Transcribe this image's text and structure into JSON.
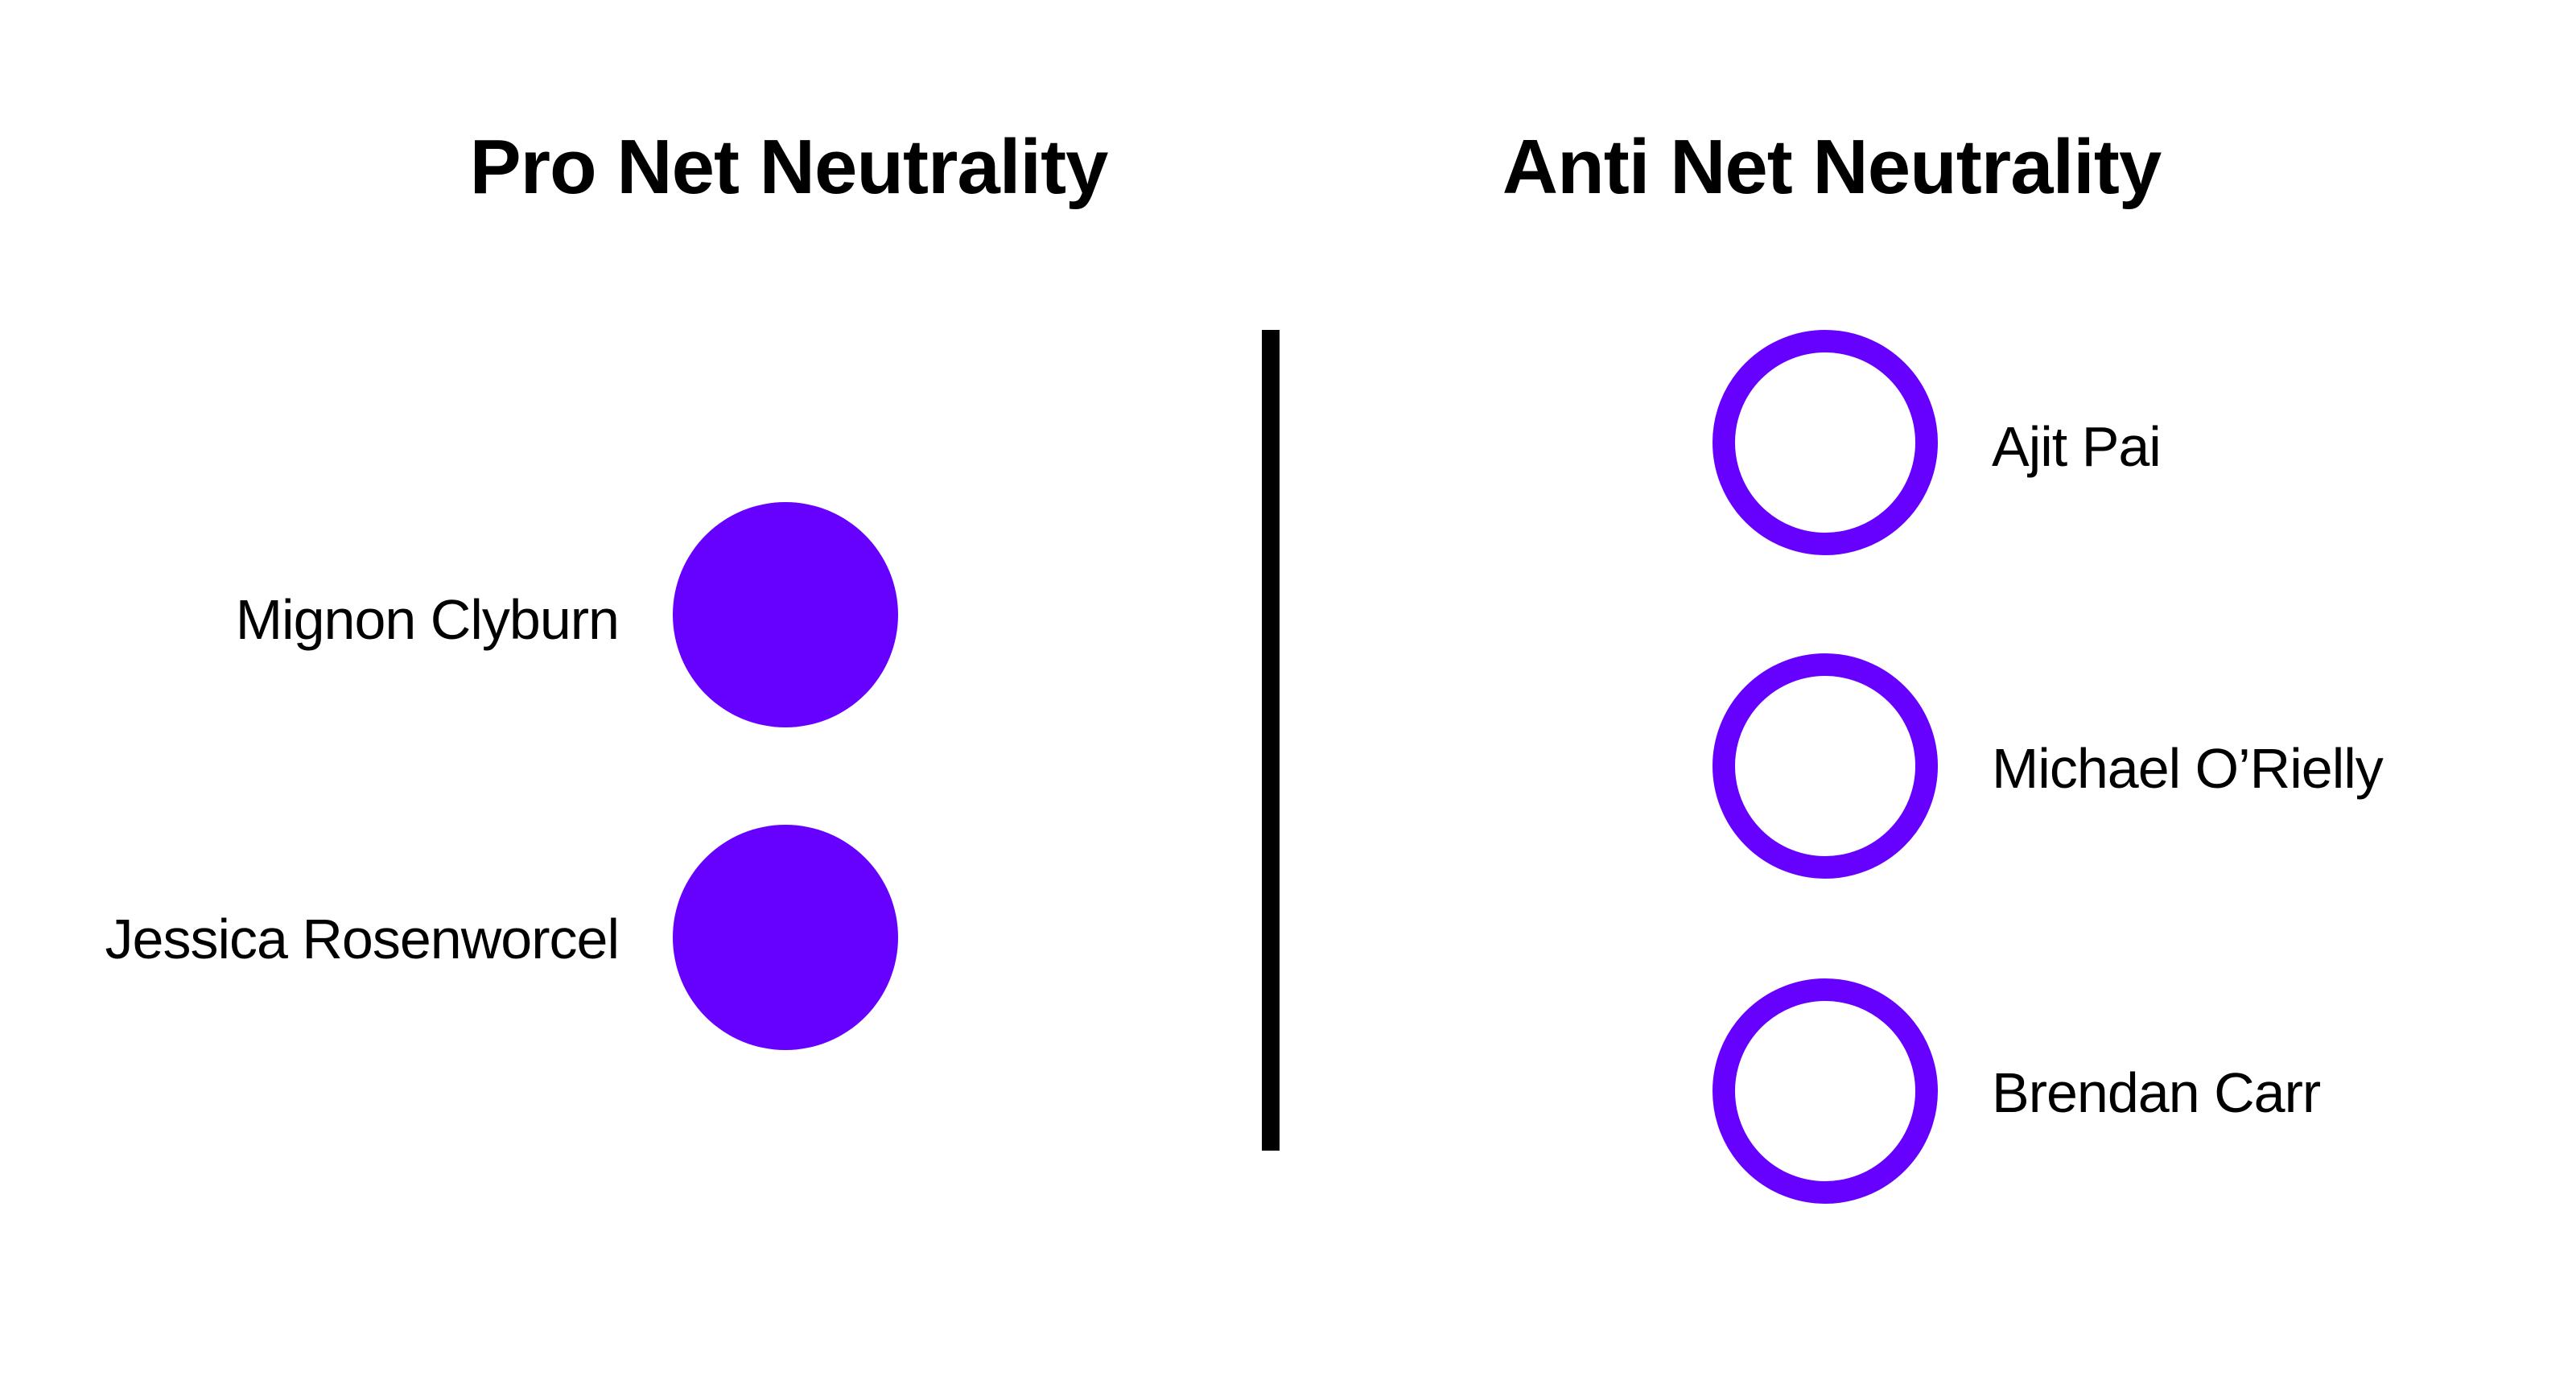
{
  "headings": {
    "pro": "Pro Net Neutrality",
    "anti": "Anti Net Neutrality"
  },
  "colors": {
    "accent": "#6600ff",
    "divider": "#000000"
  },
  "pro": [
    {
      "name": "Mignon Clyburn",
      "marker": "filled-circle"
    },
    {
      "name": "Jessica Rosenworcel",
      "marker": "filled-circle"
    }
  ],
  "anti": [
    {
      "name": "Ajit Pai",
      "marker": "hollow-circle"
    },
    {
      "name": "Michael O’Rielly",
      "marker": "hollow-circle"
    },
    {
      "name": "Brendan Carr",
      "marker": "hollow-circle"
    }
  ]
}
